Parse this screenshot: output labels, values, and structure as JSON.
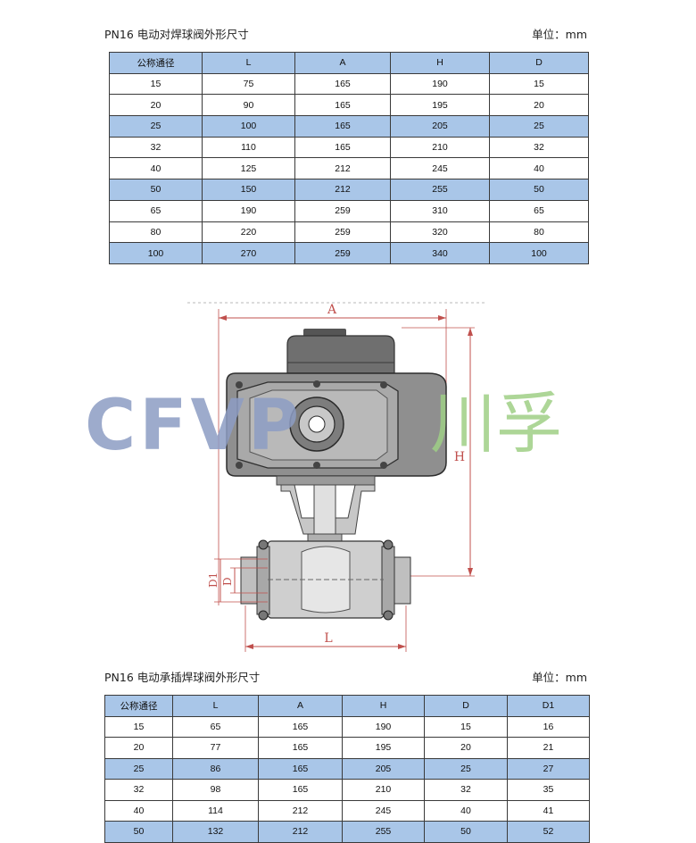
{
  "table1": {
    "title": "PN16 电动对焊球阀外形尺寸",
    "unit": "单位：mm",
    "headers": [
      "公称通径",
      "L",
      "A",
      "H",
      "D"
    ],
    "rows": [
      [
        "15",
        "75",
        "165",
        "190",
        "15"
      ],
      [
        "20",
        "90",
        "165",
        "195",
        "20"
      ],
      [
        "25",
        "100",
        "165",
        "205",
        "25"
      ],
      [
        "32",
        "110",
        "165",
        "210",
        "32"
      ],
      [
        "40",
        "125",
        "212",
        "245",
        "40"
      ],
      [
        "50",
        "150",
        "212",
        "255",
        "50"
      ],
      [
        "65",
        "190",
        "259",
        "310",
        "65"
      ],
      [
        "80",
        "220",
        "259",
        "320",
        "80"
      ],
      [
        "100",
        "270",
        "259",
        "340",
        "100"
      ]
    ],
    "highlight_rows": [
      2,
      5,
      8
    ]
  },
  "drawing": {
    "dim_A": "A",
    "dim_H": "H",
    "dim_L": "L",
    "dim_D": "D",
    "dim_D1": "D1",
    "watermark_latin": "CFVP",
    "watermark_cjk": "川孚",
    "watermark_latin_color": "#8d9dc4",
    "watermark_cjk_color": "#9fcf86",
    "dimension_color": "#c0504d"
  },
  "table2": {
    "title": "PN16 电动承插焊球阀外形尺寸",
    "unit": "单位：mm",
    "headers": [
      "公称通径",
      "L",
      "A",
      "H",
      "D",
      "D1"
    ],
    "rows": [
      [
        "15",
        "65",
        "165",
        "190",
        "15",
        "16"
      ],
      [
        "20",
        "77",
        "165",
        "195",
        "20",
        "21"
      ],
      [
        "25",
        "86",
        "165",
        "205",
        "25",
        "27"
      ],
      [
        "32",
        "98",
        "165",
        "210",
        "32",
        "35"
      ],
      [
        "40",
        "114",
        "212",
        "245",
        "40",
        "41"
      ],
      [
        "50",
        "132",
        "212",
        "255",
        "50",
        "52"
      ]
    ],
    "highlight_rows": [
      2,
      5
    ]
  },
  "colors": {
    "header_fill": "#a9c6e8",
    "grid": "#3a3a3a"
  }
}
